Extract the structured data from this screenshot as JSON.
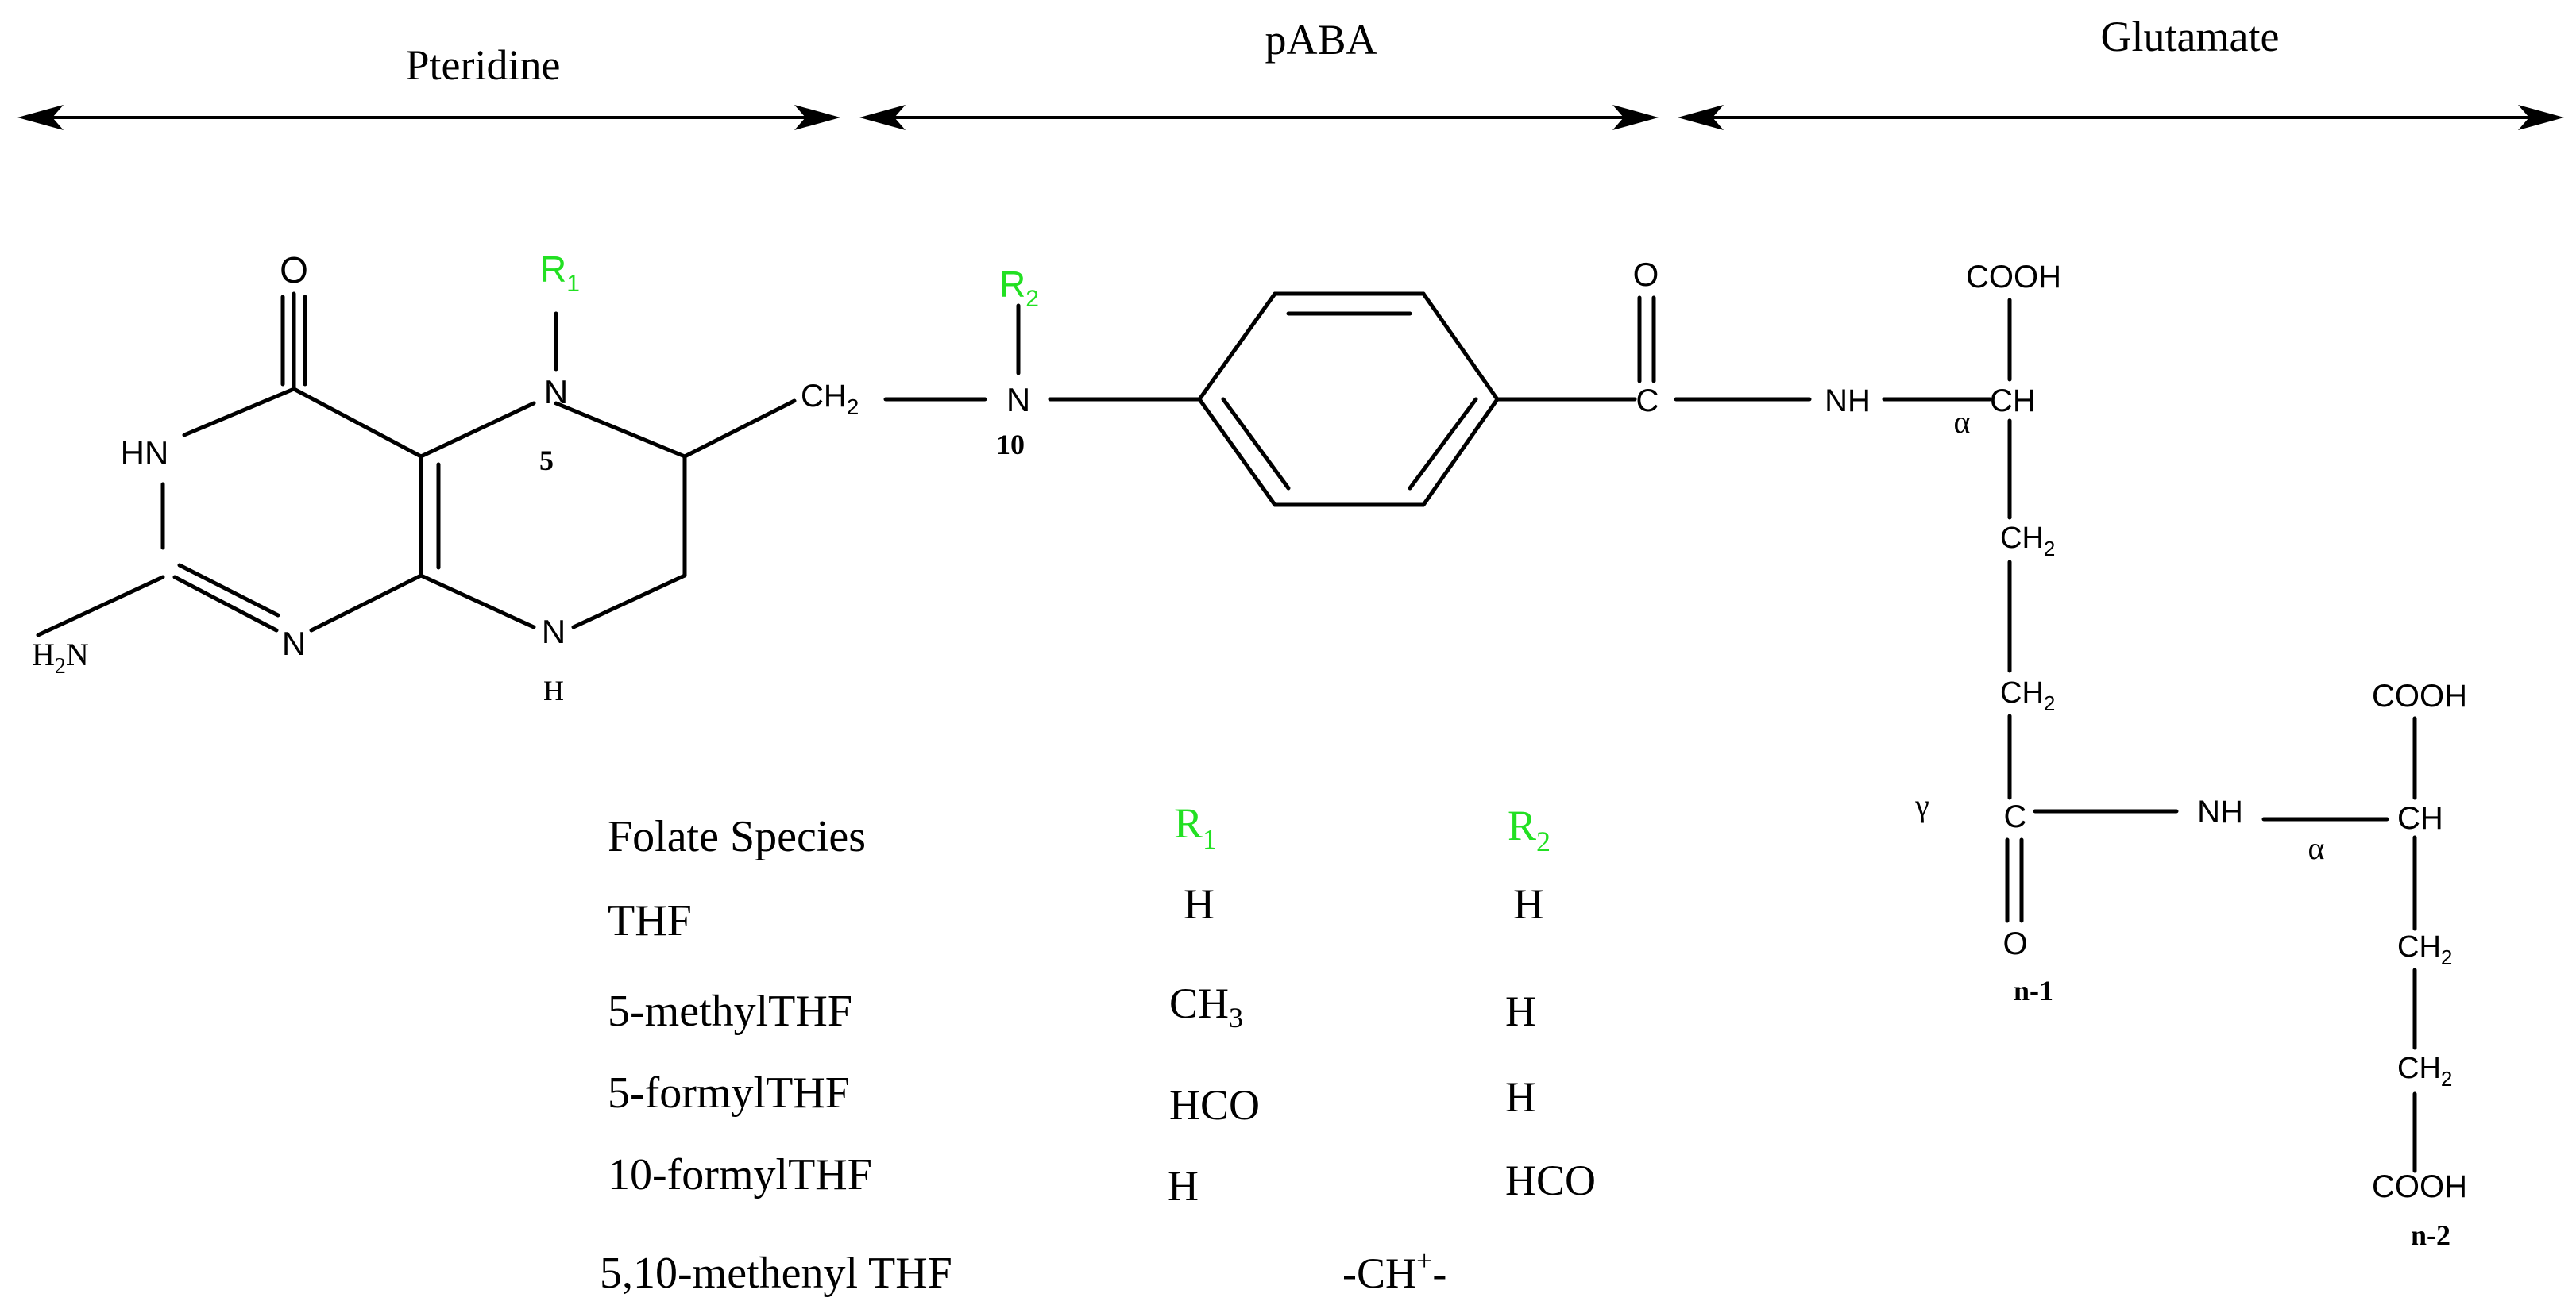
{
  "sections": {
    "pteridine": "Pteridine",
    "paba": "pABA",
    "glutamate": "Glutamate"
  },
  "atoms": {
    "o_top": "O",
    "hn": "HN",
    "n_ring": "N",
    "h2n_h": "H",
    "h2n_sub": "2",
    "h2n_n": "N",
    "r1_r": "R",
    "r1_sub": "1",
    "n5": "N",
    "num5": "5",
    "n8": "N",
    "h8": "H",
    "ch2_c": "CH",
    "ch2_sub": "2",
    "r2_r": "R",
    "r2_sub": "2",
    "n10": "N",
    "num10": "10",
    "o_amide": "O",
    "c_amide": "C",
    "nh1": "NH",
    "alpha1": "α",
    "ch1": "CH",
    "cooh1": "COOH",
    "ch2a_c": "CH",
    "ch2a_sub": "2",
    "ch2b_c": "CH",
    "ch2b_sub": "2",
    "gamma": "γ",
    "c_gamma": "C",
    "o_gamma": "O",
    "n_minus_1": "n-1",
    "nh2": "NH",
    "alpha2": "α",
    "ch2": "CH",
    "cooh2": "COOH",
    "ch2c_c": "CH",
    "ch2c_sub": "2",
    "ch2d_c": "CH",
    "ch2d_sub": "2",
    "cooh3": "COOH",
    "n_minus_2": "n-2"
  },
  "table": {
    "header": {
      "species": "Folate Species",
      "r1": "R",
      "r1_sub": "1",
      "r2": "R",
      "r2_sub": "2"
    },
    "rows": [
      {
        "species": "THF",
        "r1": "H",
        "r2": "H"
      },
      {
        "species": "5-methylTHF",
        "r1": "CH",
        "r1_sub": "3",
        "r2": "H"
      },
      {
        "species": "5-formylTHF",
        "r1": "HCO",
        "r2": "H"
      },
      {
        "species": "10-formylTHF",
        "r1": "H",
        "r2": "HCO"
      },
      {
        "species": "5,10-methenyl THF",
        "bridge": "-CH",
        "bridge_sup": "+",
        "bridge_end": "-"
      }
    ]
  },
  "colors": {
    "r_group": "#22e022",
    "ink": "#000000",
    "background": "#ffffff"
  }
}
